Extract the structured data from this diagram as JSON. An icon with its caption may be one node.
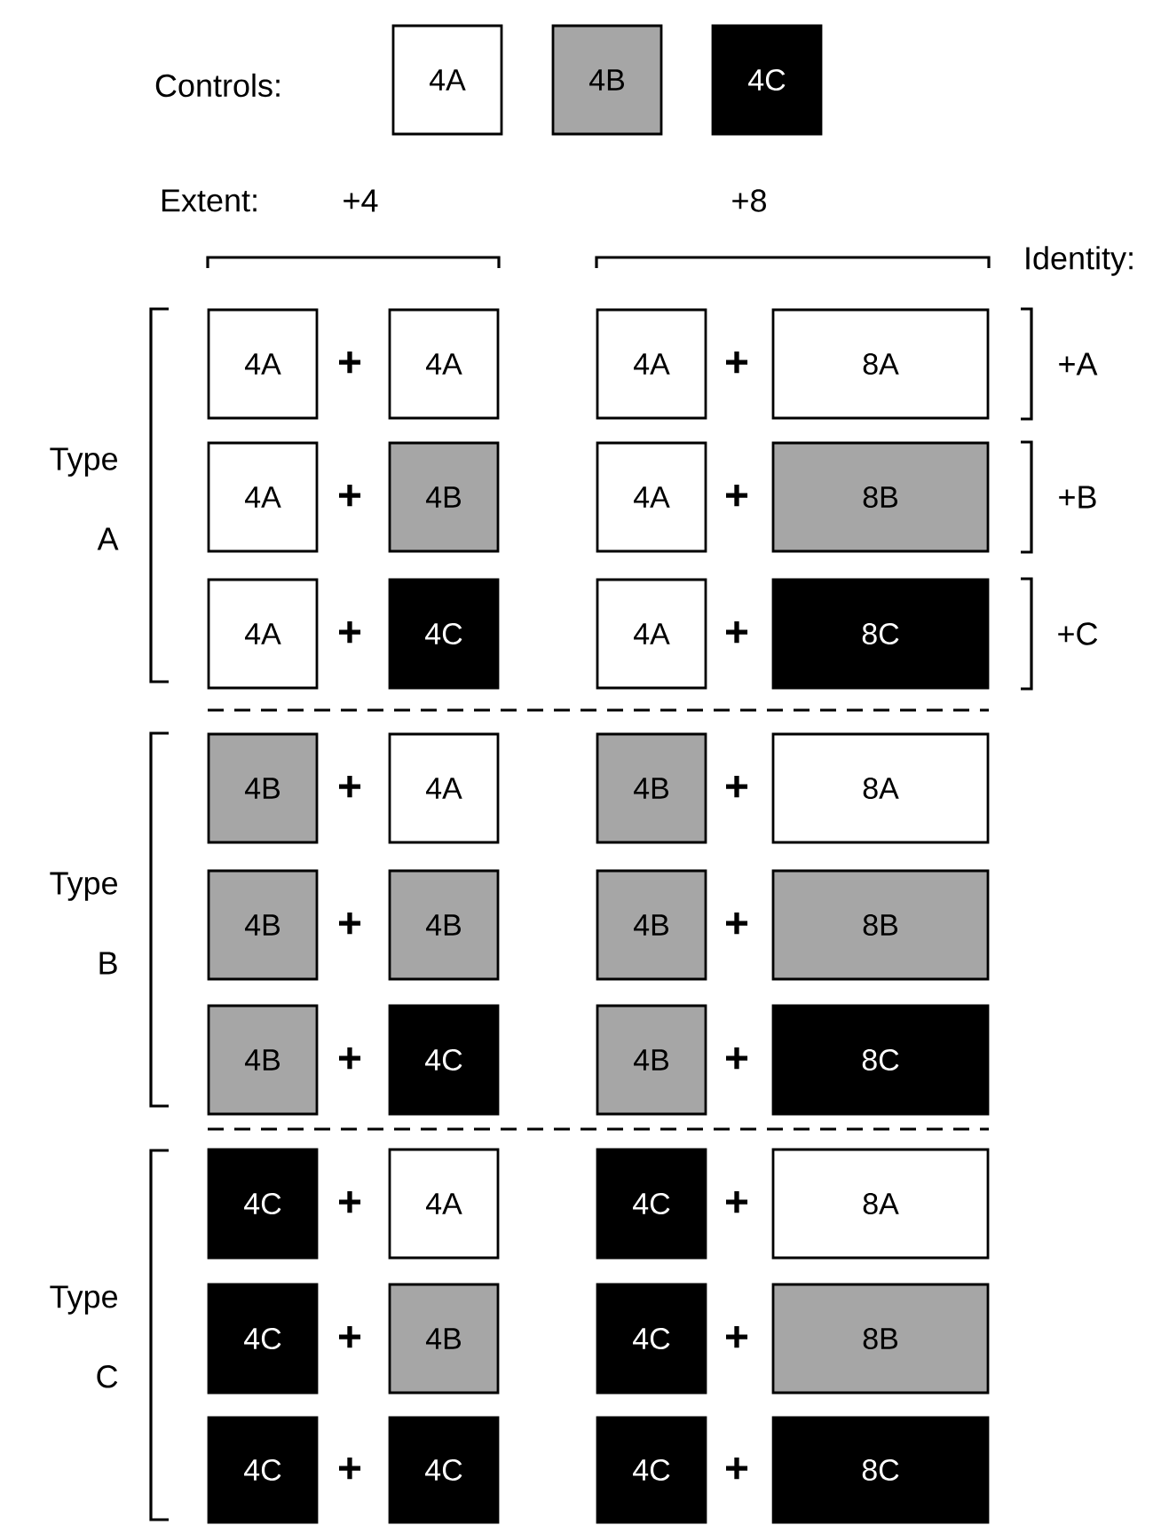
{
  "diagram": {
    "nodes": [
      {
        "text": [
          "4A"
        ]
      },
      {
        "text": [
          "4B"
        ]
      },
      {
        "text": [
          "4C"
        ]
      },
      {
        "text": [
          "4A"
        ]
      },
      {
        "text": [
          "4A"
        ]
      },
      {
        "text": [
          "4A"
        ]
      },
      {
        "text": [
          "8A"
        ]
      },
      {
        "text": [
          "4A"
        ]
      },
      {
        "text": [
          "4B"
        ]
      },
      {
        "text": [
          "4A"
        ]
      },
      {
        "text": [
          "8B"
        ]
      },
      {
        "text": [
          "4A"
        ]
      },
      {
        "text": [
          "4C"
        ]
      },
      {
        "text": [
          "4A"
        ]
      },
      {
        "text": [
          "8C"
        ]
      },
      {
        "text": [
          "4B"
        ]
      },
      {
        "text": [
          "4A"
        ]
      },
      {
        "text": [
          "4B"
        ]
      },
      {
        "text": [
          "8A"
        ]
      },
      {
        "text": [
          "4B"
        ]
      },
      {
        "text": [
          "4B"
        ]
      },
      {
        "text": [
          "4B"
        ]
      },
      {
        "text": [
          "8B"
        ]
      },
      {
        "text": [
          "4B"
        ]
      },
      {
        "text": [
          "4C"
        ]
      },
      {
        "text": [
          "4B"
        ]
      },
      {
        "text": [
          "8C"
        ]
      },
      {
        "text": [
          "4C"
        ]
      },
      {
        "text": [
          "4A"
        ]
      },
      {
        "text": [
          "4C"
        ]
      },
      {
        "text": [
          "8A"
        ]
      },
      {
        "text": [
          "4C"
        ]
      },
      {
        "text": [
          "4B"
        ]
      },
      {
        "text": [
          "4C"
        ]
      },
      {
        "text": [
          "8B"
        ]
      },
      {
        "text": [
          "4C"
        ]
      },
      {
        "text": [
          "4C"
        ]
      },
      {
        "text": [
          "4C"
        ]
      },
      {
        "text": [
          "8C"
        ]
      }
    ],
    "labels": [
      "Controls:",
      "Extent:",
      "+4",
      "+8",
      "Identity:",
      "Type A",
      "+",
      "+",
      "+A",
      "+",
      "+",
      "+B",
      "+",
      "+",
      "+C",
      "Type B",
      "+",
      "+",
      "+",
      "+",
      "+",
      "+",
      "Type C",
      "+",
      "+",
      "+",
      "+",
      "+",
      "+"
    ]
  }
}
